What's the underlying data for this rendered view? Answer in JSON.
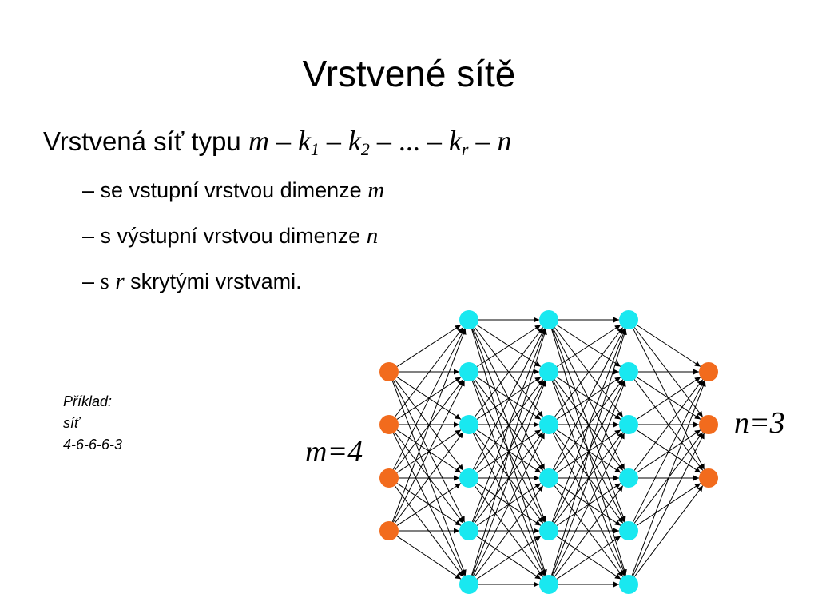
{
  "slide": {
    "title": "Vrstvené sítě",
    "main_text": "Vrstvená síť typu",
    "formula": {
      "m": "m",
      "k": "k",
      "sub1": "1",
      "sub2": "2",
      "ellipsis": "...",
      "subr": "r",
      "n": "n",
      "minus": "–"
    },
    "bullets": [
      {
        "dash": "–",
        "text": "se vstupní vrstvou dimenze",
        "var": "m"
      },
      {
        "dash": "–",
        "text": "s výstupní vrstvou dimenze",
        "var": "n"
      },
      {
        "dash": "–",
        "prefix": "s",
        "var": "r",
        "text": "skrytými vrstvami."
      }
    ],
    "example": {
      "line1": "Příklad:",
      "line2": "síť",
      "line3": "4-6-6-6-3"
    }
  },
  "diagram": {
    "input_label": "m=4",
    "output_label": "n=3",
    "layers": [
      4,
      6,
      6,
      6,
      3
    ],
    "colors": {
      "input_output": "#f26b1d",
      "hidden": "#19e8f0",
      "edge": "#000000"
    }
  }
}
